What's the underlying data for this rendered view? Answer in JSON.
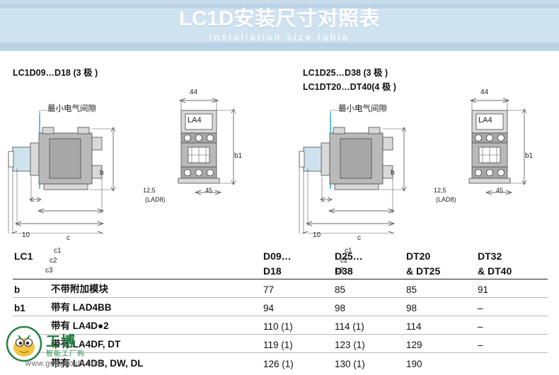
{
  "banner": {
    "title": "LC1D安装尺寸对照表",
    "subtitle": "Installation size table"
  },
  "diagrams": {
    "left": {
      "heading": "LC1D09…D18 (3 极 )",
      "clearance_label": "最小电气间隙",
      "aux_label": "LA4",
      "dims": {
        "top_width": "44",
        "right_height": "b1",
        "body_height": "b",
        "left_small": "10",
        "c": "c",
        "c1": "c1",
        "c2": "c2",
        "c3": "c3",
        "lad_left": "12,5",
        "lad_right": "45",
        "lad_note": "(LAD8)"
      }
    },
    "right": {
      "heading_line1": "LC1D25…D38 (3 极 )",
      "heading_line2": "LC1DT20…DT40(4 极 )",
      "clearance_label": "最小电气间隙",
      "aux_label": "LA4",
      "dims": {
        "top_width": "44",
        "right_height": "b1",
        "body_height": "b",
        "left_small": "10",
        "c": "c",
        "c1": "c1",
        "c2": "c2",
        "c3": "c3",
        "lad_left": "12,5",
        "lad_right": "45",
        "lad_note": "(LAD8)"
      }
    }
  },
  "table": {
    "header": {
      "row1": [
        "LC1",
        "",
        "D09…",
        "D25…",
        "DT20",
        "DT32"
      ],
      "row2": [
        "",
        "",
        "D18",
        "D38",
        "& DT25",
        "& DT40"
      ]
    },
    "rows": [
      {
        "key": "b",
        "desc": "不带附加模块",
        "v1": "77",
        "v2": "85",
        "v3": "85",
        "v4": "91"
      },
      {
        "key": "b1",
        "desc": "带有 LAD4BB",
        "v1": "94",
        "v2": "98",
        "v3": "98",
        "v4": "–"
      },
      {
        "key": "",
        "desc": "带有 LA4D●2",
        "v1": "110 (1)",
        "v2": "114 (1)",
        "v3": "114",
        "v4": "–"
      },
      {
        "key": "",
        "desc": "带有 LA4DF, DT",
        "v1": "119 (1)",
        "v2": "123 (1)",
        "v3": "129",
        "v4": "–"
      },
      {
        "key": "",
        "desc": "带有 LA4DB, DW, DL",
        "v1": "126 (1)",
        "v2": "130 (1)",
        "v3": "190",
        "v4": ""
      }
    ]
  },
  "watermark": {
    "name": "工博",
    "sub": "智能工厂购",
    "url": "www.gongboshi.com"
  }
}
